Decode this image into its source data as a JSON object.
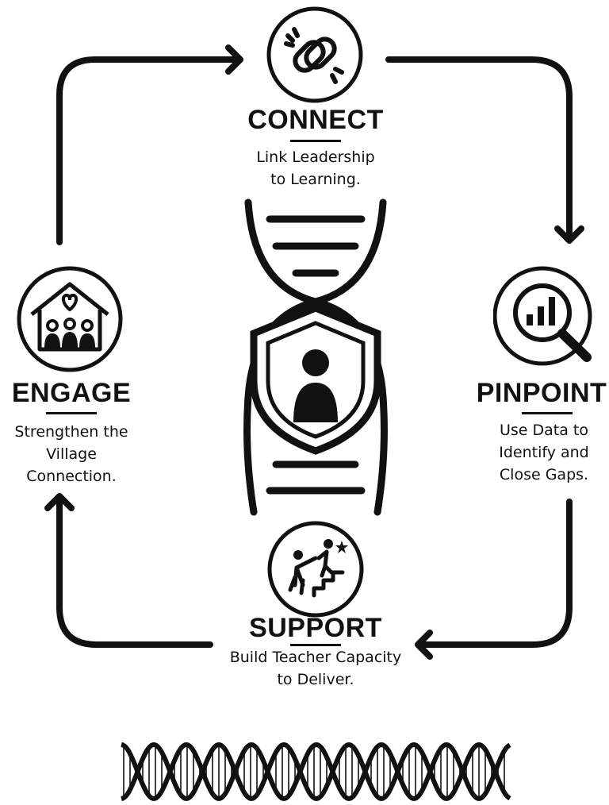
{
  "stages": [
    {
      "id": "connect",
      "title": "CONNECT",
      "line1": "Link Leadership",
      "line2": "to Learning.",
      "line3": "",
      "icon": "link-chain-icon"
    },
    {
      "id": "pinpoint",
      "title": "PINPOINT",
      "line1": "Use Data to",
      "line2": "Identify and",
      "line3": "Close Gaps.",
      "icon": "magnifier-chart-icon"
    },
    {
      "id": "support",
      "title": "SUPPORT",
      "line1": "Build Teacher Capacity",
      "line2": "to Deliver.",
      "line3": "",
      "icon": "helping-hand-stairs-icon"
    },
    {
      "id": "engage",
      "title": "ENGAGE",
      "line1": "Strengthen the",
      "line2": "Village Connection.",
      "line3": "",
      "icon": "house-community-icon"
    }
  ],
  "center_icon": "dna-shield-person-icon",
  "footer_icon": "dna-strand-icon",
  "colors": {
    "ink": "#111111",
    "background": "#ffffff"
  }
}
